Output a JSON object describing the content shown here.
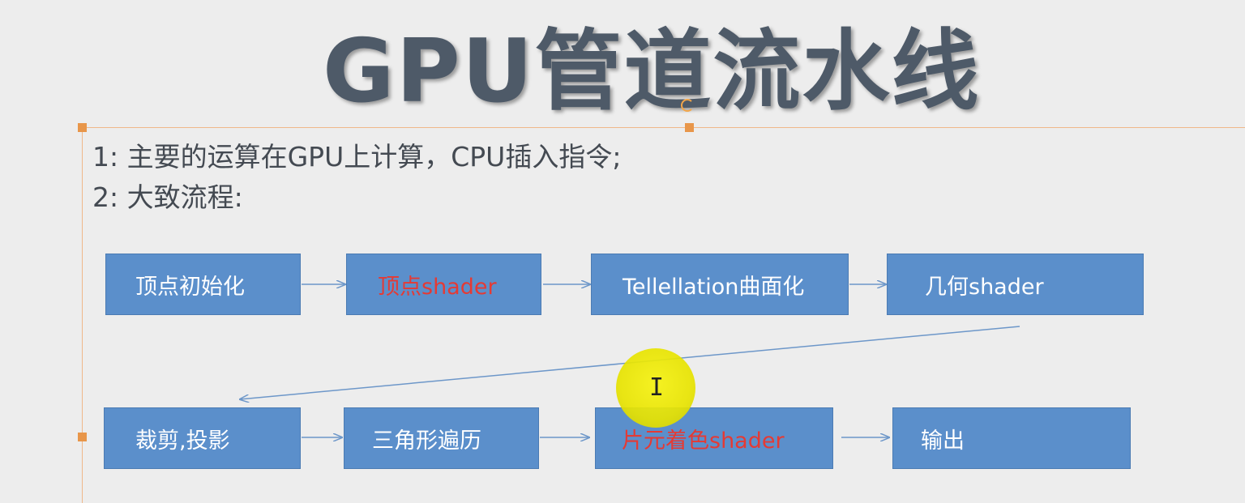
{
  "slide": {
    "title": "GPU管道流水线",
    "bullets": [
      "1: 主要的运算在GPU上计算，CPU插入指令;",
      "2: 大致流程:"
    ]
  },
  "pipeline": {
    "row1": [
      {
        "label": "顶点初始化",
        "highlight": false
      },
      {
        "label": "顶点shader",
        "highlight": true
      },
      {
        "label": "Tellellation曲面化",
        "highlight": false
      },
      {
        "label": "几何shader",
        "highlight": false
      }
    ],
    "row2": [
      {
        "label": "裁剪,投影",
        "highlight": false
      },
      {
        "label": "三角形遍历",
        "highlight": false
      },
      {
        "label": "片元着色shader",
        "highlight": true
      },
      {
        "label": "输出",
        "highlight": false
      }
    ]
  },
  "colors": {
    "box_fill": "#5b8fcb",
    "box_text": "#ffffff",
    "highlight_text": "#e53a34",
    "arrow": "#6d97c9",
    "title": "#4e5a68",
    "cursor_highlight": "#f6f210"
  },
  "cursor": {
    "icon": "text-cursor-icon",
    "glyph": "I"
  }
}
